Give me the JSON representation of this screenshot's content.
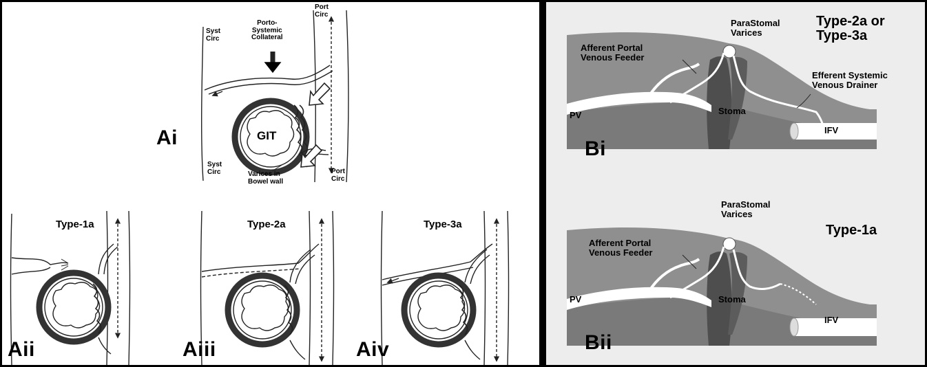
{
  "left": {
    "ai": {
      "panel_label": "Ai",
      "syst_circ_top": [
        "Syst",
        "Circ"
      ],
      "syst_circ_bottom": [
        "Syst",
        "Circ"
      ],
      "collateral": [
        "Porto-",
        "Systemic",
        "Collateral"
      ],
      "port_circ_top": [
        "Port",
        "Circ"
      ],
      "port_circ_bottom": [
        "Port",
        "Circ"
      ],
      "organ": "GIT",
      "varices": [
        "Varices in",
        "Bowel wall"
      ]
    },
    "aii": {
      "panel_label": "Aii",
      "type": "Type-1a"
    },
    "aiii": {
      "panel_label": "Aiii",
      "type": "Type-2a"
    },
    "aiv": {
      "panel_label": "Aiv",
      "type": "Type-3a"
    }
  },
  "right": {
    "bi": {
      "panel_label": "Bi",
      "type": [
        "Type-2a or",
        "Type-3a"
      ],
      "varices": [
        "ParaStomal",
        "Varices"
      ],
      "afferent": [
        "Afferent Portal",
        "Venous Feeder"
      ],
      "efferent": [
        "Efferent Systemic",
        "Venous Drainer"
      ],
      "pv": "PV",
      "stoma": "Stoma",
      "ifv": "IFV"
    },
    "bii": {
      "panel_label": "Bii",
      "type": "Type-1a",
      "varices": [
        "ParaStomal",
        "Varices"
      ],
      "afferent": [
        "Afferent Portal",
        "Venous Feeder"
      ],
      "pv": "PV",
      "stoma": "Stoma",
      "ifv": "IFV"
    }
  }
}
